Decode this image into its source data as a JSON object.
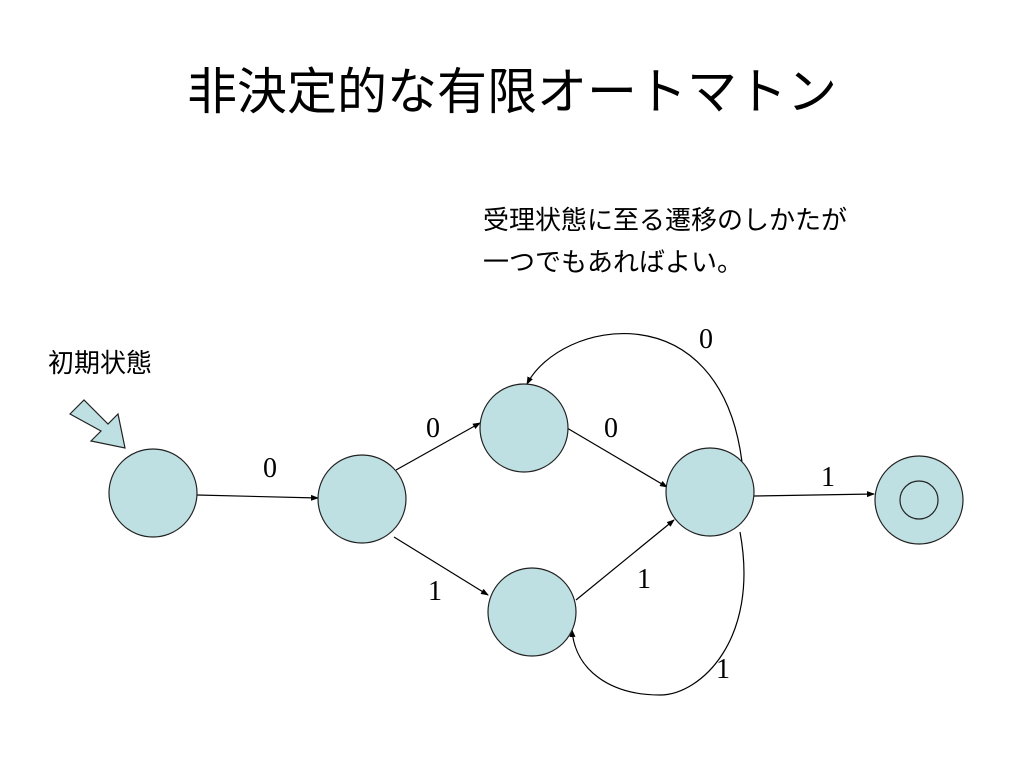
{
  "slide": {
    "title": "非決定的な有限オートマトン",
    "note_lines": [
      "受理状態に至る遷移のしかたが",
      "一つでもあればよい。"
    ],
    "initial_state_label": "初期状態"
  },
  "diagram": {
    "node_fill": "#bfe0e3",
    "states": [
      {
        "id": "q0",
        "initial": true,
        "accepting": false
      },
      {
        "id": "q1",
        "initial": false,
        "accepting": false
      },
      {
        "id": "q2",
        "initial": false,
        "accepting": false
      },
      {
        "id": "q3",
        "initial": false,
        "accepting": false
      },
      {
        "id": "q4",
        "initial": false,
        "accepting": false
      },
      {
        "id": "q5",
        "initial": false,
        "accepting": true
      }
    ],
    "transitions": [
      {
        "from": "q0",
        "to": "q1",
        "symbol": "0"
      },
      {
        "from": "q1",
        "to": "q2",
        "symbol": "0"
      },
      {
        "from": "q1",
        "to": "q3",
        "symbol": "1"
      },
      {
        "from": "q2",
        "to": "q4",
        "symbol": "0"
      },
      {
        "from": "q3",
        "to": "q4",
        "symbol": "1"
      },
      {
        "from": "q4",
        "to": "q5",
        "symbol": "1"
      },
      {
        "from": "q4",
        "to": "q2",
        "symbol": "0"
      },
      {
        "from": "q4",
        "to": "q3",
        "symbol": "1"
      }
    ]
  }
}
